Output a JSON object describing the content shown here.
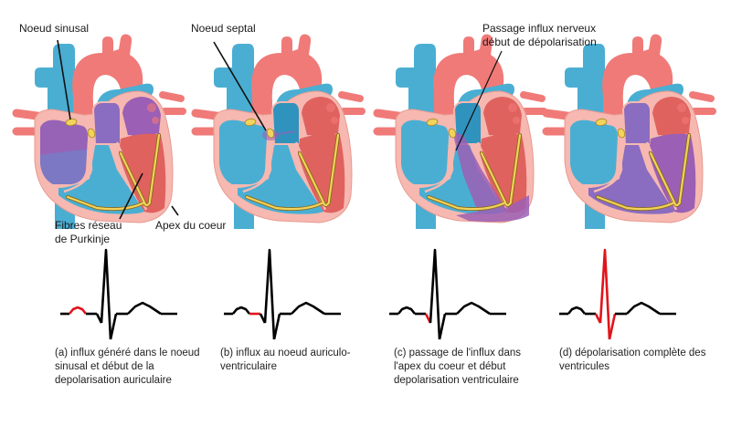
{
  "title": "Dépolarisation cardiaque et tracé ECG",
  "colors": {
    "artery": "#f07a78",
    "artery_dark": "#e0625f",
    "vein": "#4aaed3",
    "vein_dark": "#2f93bd",
    "wall": "#f6b8b0",
    "wall_edge": "#e89a90",
    "depolarised": "#9b5fb5",
    "node": "#f2d35b",
    "purkinje": "#f2d35b",
    "ecg_trace": "#000000",
    "ecg_highlight": "#e0141b"
  },
  "labels": {
    "noeud_sinusal": "Noeud sinusal",
    "noeud_septal": "Noeud septal",
    "passage_line1": "Passage influx nerveux",
    "passage_line2": "début de dépolarisation",
    "fibres_line1": "Fibres réseau",
    "fibres_line2": "de Purkinje",
    "apex": "Apex du coeur"
  },
  "panels": [
    {
      "id": "a",
      "stage": "atrial-depolarisation",
      "ecg_highlight": "P wave",
      "caption": "(a) influx généré dans le noeud\nsinusal et début de la\ndepolarisation auriculaire"
    },
    {
      "id": "b",
      "stage": "av-node",
      "ecg_highlight": "PR segment",
      "caption": "(b) influx au noeud auriculo-\nventriculaire"
    },
    {
      "id": "c",
      "stage": "apex-ventricular-start",
      "ecg_highlight": "Q wave",
      "caption": "(c) passage de l'influx dans\nl'apex du coeur et début\ndepolarisation ventriculaire"
    },
    {
      "id": "d",
      "stage": "full-ventricular-depolarisation",
      "ecg_highlight": "QRS complex",
      "caption": "(d) dépolarisation complète des\nventricules"
    }
  ]
}
